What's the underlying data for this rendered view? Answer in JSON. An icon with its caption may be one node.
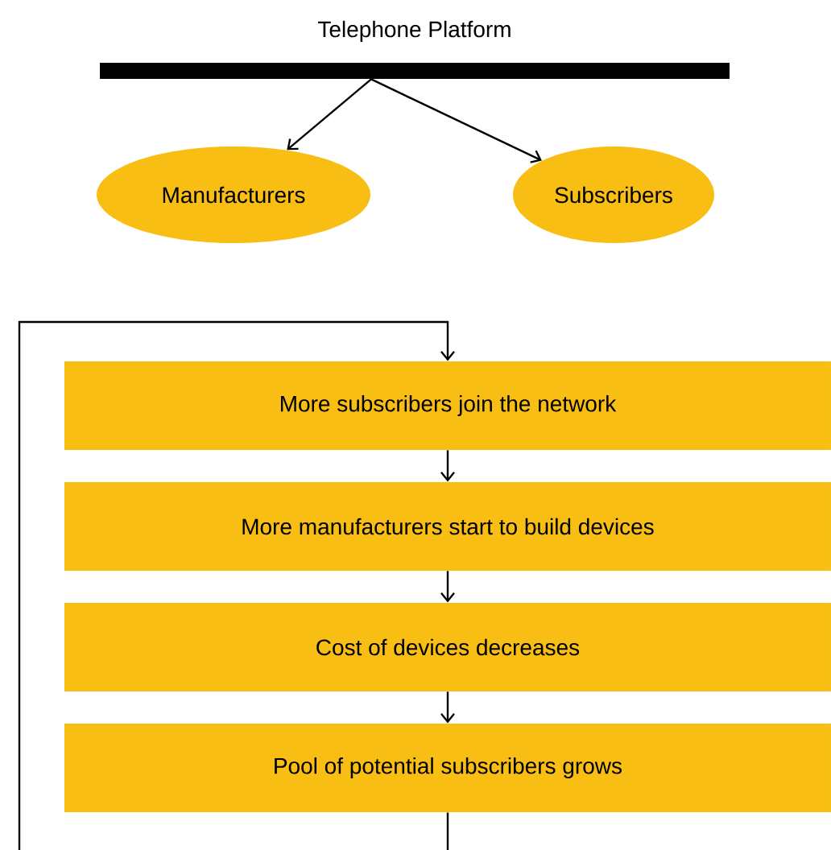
{
  "diagram": {
    "nodes": [
      {
        "text": [
          "Telephone Platform"
        ]
      },
      {
        "text": [
          "Manufacturers"
        ]
      },
      {
        "text": [
          "Subscribers"
        ]
      },
      {
        "text": [
          "More subscribers join the network"
        ]
      },
      {
        "text": [
          "More manufacturers start to build devices"
        ]
      },
      {
        "text": [
          "Cost of devices decreases"
        ]
      },
      {
        "text": [
          "Pool of potential subscribers grows"
        ]
      }
    ],
    "edges": [
      {
        "from": 0,
        "to": 1,
        "arrow": "to"
      },
      {
        "from": 0,
        "to": 2,
        "arrow": "to"
      },
      {
        "from": 3,
        "to": 4,
        "arrow": "to"
      },
      {
        "from": 4,
        "to": 5,
        "arrow": "to"
      },
      {
        "from": 5,
        "to": 6,
        "arrow": "to"
      },
      {
        "from": 6,
        "to": 3,
        "arrow": "to"
      }
    ]
  }
}
